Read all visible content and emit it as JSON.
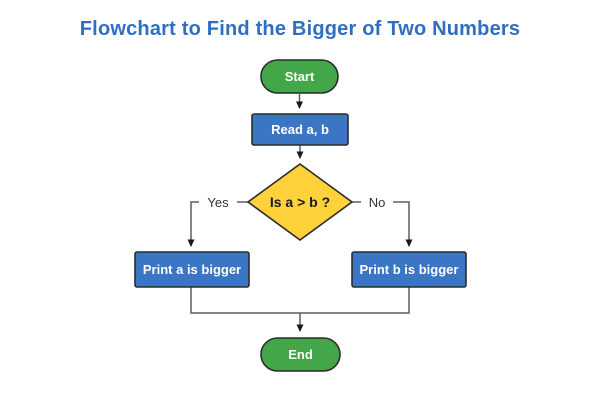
{
  "title": "Flowchart to Find the Bigger of Two Numbers",
  "nodes": {
    "start": {
      "label": "Start"
    },
    "read": {
      "label": "Read a, b"
    },
    "decision": {
      "label": "Is a > b ?"
    },
    "print_a": {
      "label": "Print a is bigger"
    },
    "print_b": {
      "label": "Print b is bigger"
    },
    "end": {
      "label": "End"
    }
  },
  "edges": {
    "yes_label": "Yes",
    "no_label": "No"
  },
  "colors": {
    "title_text": "#2f6fc3",
    "terminal_fill": "#43a648",
    "process_fill": "#3b76c5",
    "decision_fill": "#ffd23b",
    "shape_border": "#2b2b2b",
    "connector_line": "#5f5f5f",
    "arrowhead": "#1a1a1a",
    "node_text": "#ffffff",
    "decision_text": "#1a1a1a",
    "edge_label_text": "#333333"
  }
}
